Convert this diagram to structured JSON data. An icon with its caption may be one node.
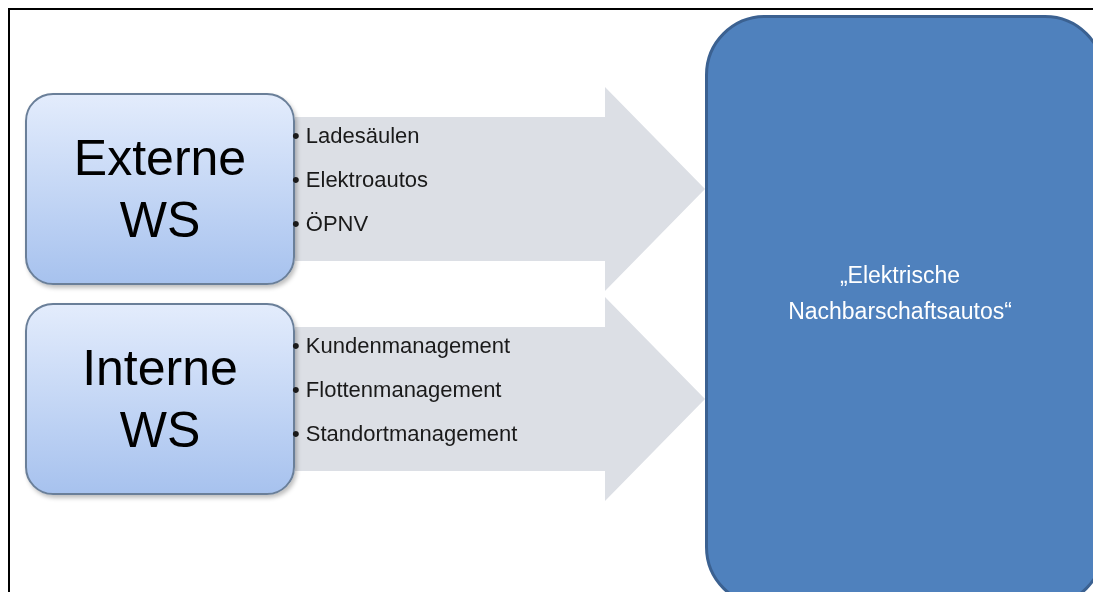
{
  "diagram": {
    "nodes": [
      {
        "text": [
          "Externe WS"
        ]
      },
      {
        "text": [
          "Interne WS"
        ]
      },
      {
        "text": [
          "„Elektrische Nachbarschaftsautos“"
        ]
      }
    ],
    "edges": [
      {
        "from": 0,
        "to": 2,
        "arrow": "to",
        "style": "thick"
      },
      {
        "from": 1,
        "to": 2,
        "arrow": "to",
        "style": "thick"
      }
    ],
    "labels": [
      "• Ladesäulen",
      "• Elektroautos",
      "• ÖPNV",
      "• Kundenmanagement",
      "• Flottenmanagement",
      "• Standortmanagement"
    ]
  }
}
